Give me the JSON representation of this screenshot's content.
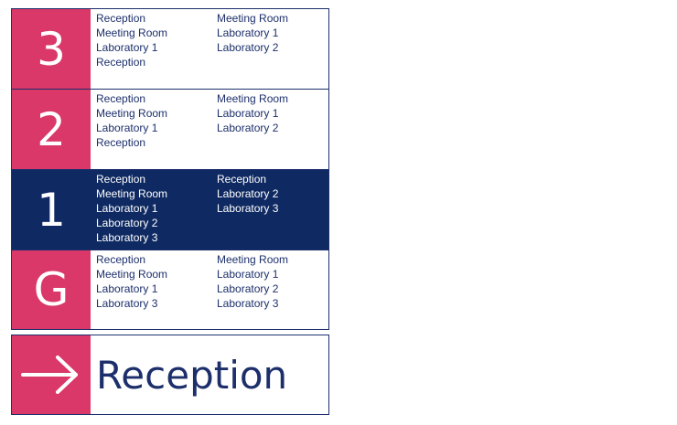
{
  "floors": [
    {
      "number": "3",
      "left": [
        "Reception",
        "Meeting Room",
        "Laboratory 1",
        "Reception"
      ],
      "right": [
        "Meeting Room",
        "Laboratory 1",
        "Laboratory 2"
      ]
    },
    {
      "number": "2",
      "left": [
        "Reception",
        "Meeting Room",
        "Laboratory 1",
        "Reception"
      ],
      "right": [
        "Meeting Room",
        "Laboratory 1",
        "Laboratory 2"
      ]
    },
    {
      "number": "1",
      "left": [
        "Reception",
        "Meeting Room",
        "Laboratory 1",
        "Laboratory 2",
        "Laboratory 3"
      ],
      "right": [
        "Reception",
        "Laboratory 2",
        "Laboratory 3"
      ]
    },
    {
      "number": "G",
      "left": [
        "Reception",
        "Meeting Room",
        "Laboratory 1",
        "Laboratory 3"
      ],
      "right": [
        "Meeting Room",
        "Laboratory 1",
        "Laboratory 2",
        "Laboratory 3"
      ]
    }
  ],
  "sign": {
    "label": "Reception",
    "icon": "arrow-right-icon"
  },
  "colors": {
    "accent": "#d93868",
    "navy": "#0f2a62",
    "text": "#1c2f6b"
  }
}
